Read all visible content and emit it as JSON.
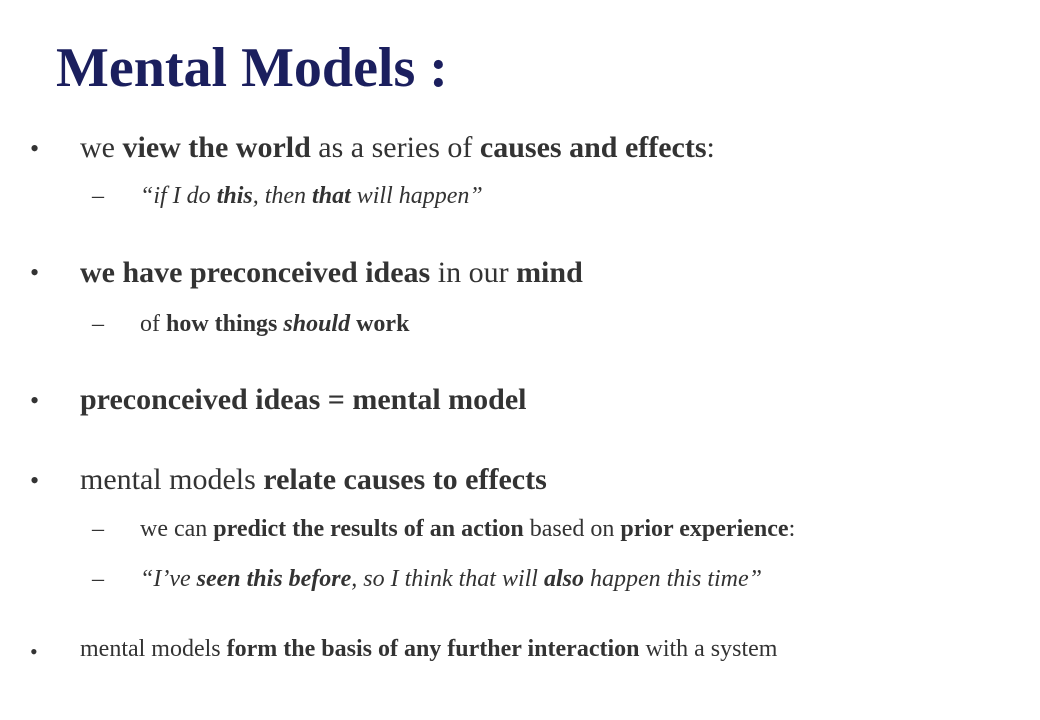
{
  "title": "Mental Models :",
  "bullets": [
    {
      "segments": [
        {
          "t": "we ",
          "b": false,
          "i": false
        },
        {
          "t": "view the world",
          "b": true,
          "i": false
        },
        {
          "t": " as a series of ",
          "b": false,
          "i": false
        },
        {
          "t": "causes and effects",
          "b": true,
          "i": false
        },
        {
          "t": ":",
          "b": false,
          "i": false
        }
      ],
      "subs": [
        [
          {
            "t": "“if I do ",
            "b": false,
            "i": true
          },
          {
            "t": "this",
            "b": true,
            "i": true
          },
          {
            "t": ", then ",
            "b": false,
            "i": true
          },
          {
            "t": "that",
            "b": true,
            "i": true
          },
          {
            "t": " will happen”",
            "b": false,
            "i": true
          }
        ]
      ]
    },
    {
      "segments": [
        {
          "t": "we have preconceived ideas",
          "b": true,
          "i": false
        },
        {
          "t": " in our ",
          "b": false,
          "i": false
        },
        {
          "t": "mind",
          "b": true,
          "i": false
        }
      ],
      "subs": [
        [
          {
            "t": "of ",
            "b": false,
            "i": false
          },
          {
            "t": "how things ",
            "b": true,
            "i": false
          },
          {
            "t": "should",
            "b": true,
            "i": true
          },
          {
            "t": " work",
            "b": true,
            "i": false
          }
        ]
      ]
    },
    {
      "segments": [
        {
          "t": "preconceived ideas = mental model",
          "b": true,
          "i": false
        }
      ],
      "subs": []
    },
    {
      "segments": [
        {
          "t": "mental models ",
          "b": false,
          "i": false
        },
        {
          "t": "relate causes to effects",
          "b": true,
          "i": false
        }
      ],
      "subs": [
        [
          {
            "t": "we can ",
            "b": false,
            "i": false
          },
          {
            "t": "predict the results of an action",
            "b": true,
            "i": false
          },
          {
            "t": " based on ",
            "b": false,
            "i": false
          },
          {
            "t": "prior experience",
            "b": true,
            "i": false
          },
          {
            "t": ":",
            "b": false,
            "i": false
          }
        ],
        [
          {
            "t": "“I’ve ",
            "b": false,
            "i": true
          },
          {
            "t": "seen this before",
            "b": true,
            "i": true
          },
          {
            "t": ", so I think that will ",
            "b": false,
            "i": true
          },
          {
            "t": "also",
            "b": true,
            "i": true
          },
          {
            "t": " happen this time”",
            "b": false,
            "i": true
          }
        ]
      ]
    },
    {
      "segments": [
        {
          "t": "mental models ",
          "b": false,
          "i": false
        },
        {
          "t": "form the basis of any further interaction",
          "b": true,
          "i": false
        },
        {
          "t": " with a system",
          "b": false,
          "i": false
        }
      ],
      "subs": []
    }
  ],
  "bullet_glyph": "•",
  "dash_glyph": "–"
}
